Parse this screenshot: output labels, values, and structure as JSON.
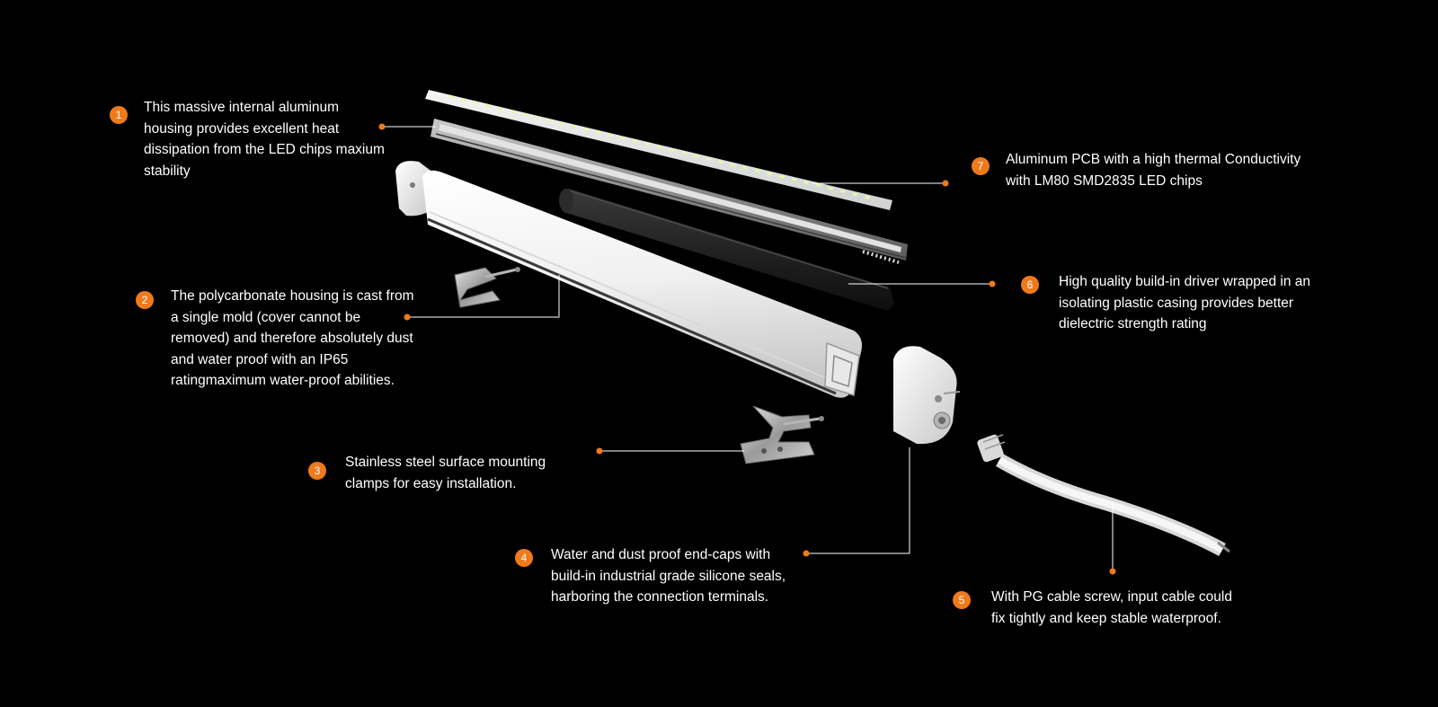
{
  "colors": {
    "background": "#000000",
    "accent": "#ee7a1c",
    "text": "#ffffff",
    "leader_line": "#ffffff"
  },
  "callouts": [
    {
      "number": "1",
      "lines": [
        "This massive internal aluminum",
        "housing provides excellent heat",
        "dissipation from the LED chips maxium",
        "stability"
      ],
      "part": "aluminum housing"
    },
    {
      "number": "2",
      "lines": [
        "The polycarbonate housing is cast from",
        "a single mold (cover cannot be",
        "removed) and therefore absolutely dust",
        "and water proof with an IP65",
        "ratingmaximum water-proof abilities."
      ],
      "part": "polycarbonate housing"
    },
    {
      "number": "3",
      "lines": [
        "Stainless steel surface mounting",
        "clamps for easy installation."
      ],
      "part": "mounting clamps"
    },
    {
      "number": "4",
      "lines": [
        "Water and dust proof end-caps with",
        "build-in industrial grade silicone seals,",
        "harboring the connection terminals."
      ],
      "part": "end-cap"
    },
    {
      "number": "5",
      "lines": [
        "With PG cable screw, input cable could",
        "fix tightly and keep stable waterproof."
      ],
      "part": "input cable"
    },
    {
      "number": "6",
      "lines": [
        "High quality build-in driver wrapped in an",
        "isolating plastic casing provides better",
        "dielectric strength rating"
      ],
      "part": "driver casing"
    },
    {
      "number": "7",
      "lines": [
        "Aluminum PCB with a high thermal Conductivity",
        "with LM80 SMD2835 LED chips"
      ],
      "part": "LED PCB"
    }
  ],
  "icons": {
    "badge": "orange-number-circle",
    "anchor": "orange-dot"
  }
}
